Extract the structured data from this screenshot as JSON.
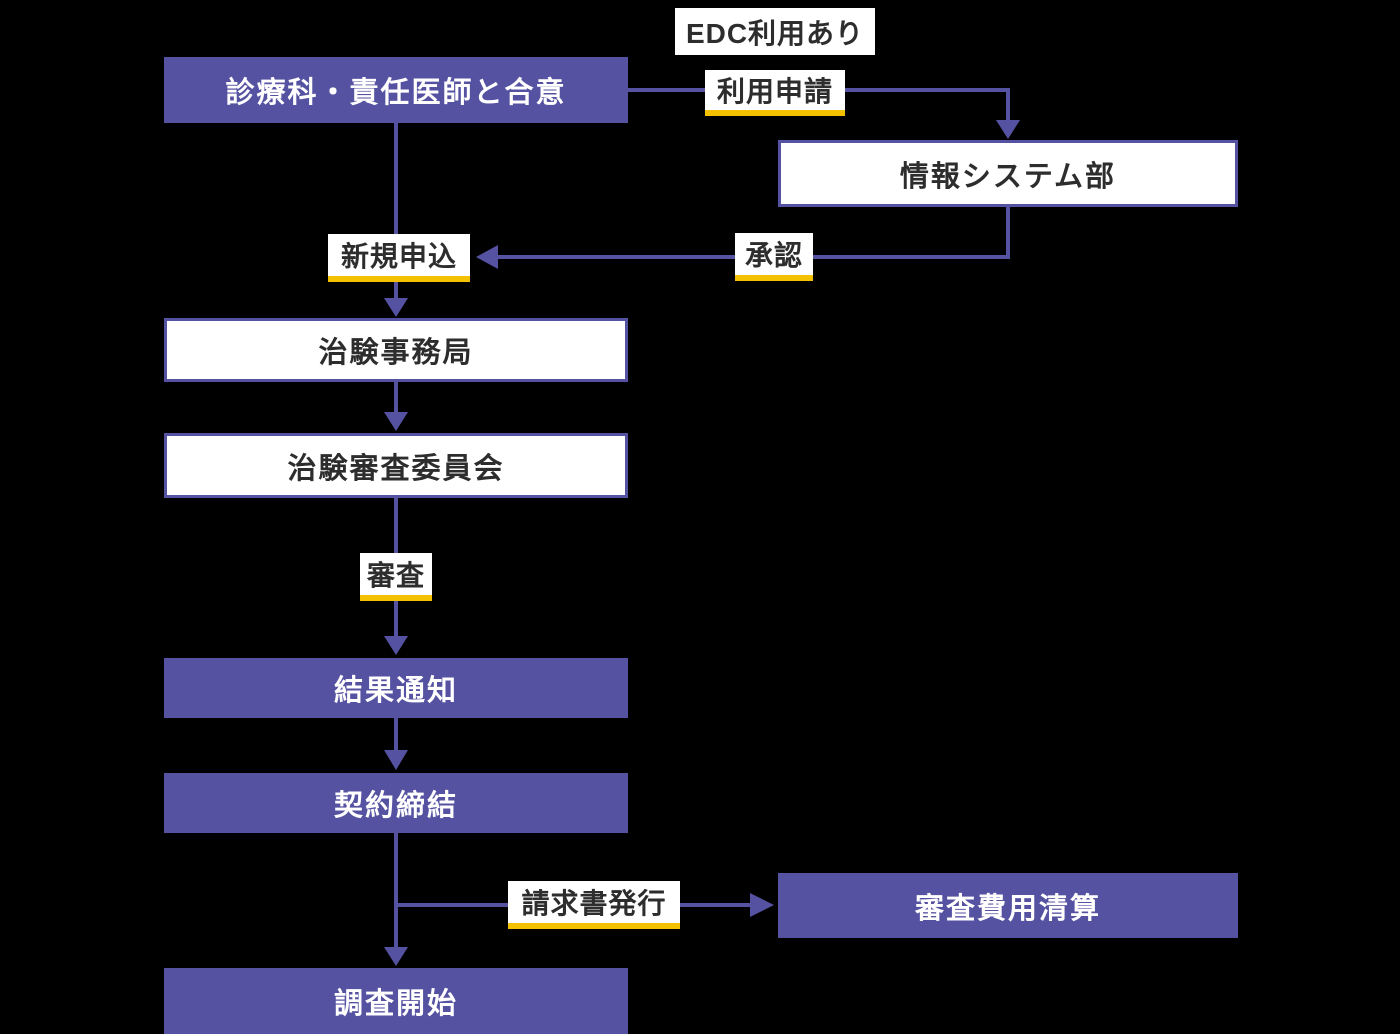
{
  "colors": {
    "bg": "#000000",
    "accent": "#5552a2",
    "highlight": "#f3c100",
    "paper": "#ffffff",
    "ink": "#2d2d2d"
  },
  "nodes": {
    "agreement": {
      "label": "診療科・責任医師と合意"
    },
    "info_system_dept": {
      "label": "情報システム部"
    },
    "trial_office": {
      "label": "治験事務局"
    },
    "irb": {
      "label": "治験審査委員会"
    },
    "result_notice": {
      "label": "結果通知"
    },
    "contract": {
      "label": "契約締結"
    },
    "fee_settlement": {
      "label": "審査費用清算"
    },
    "study_start": {
      "label": "調査開始"
    }
  },
  "labels": {
    "edc_note": {
      "label": "EDC利用あり"
    },
    "usage_application": {
      "label": "利用申請"
    },
    "new_application": {
      "label": "新規申込"
    },
    "approval": {
      "label": "承認"
    },
    "review": {
      "label": "審査"
    },
    "invoice": {
      "label": "請求書発行"
    }
  }
}
